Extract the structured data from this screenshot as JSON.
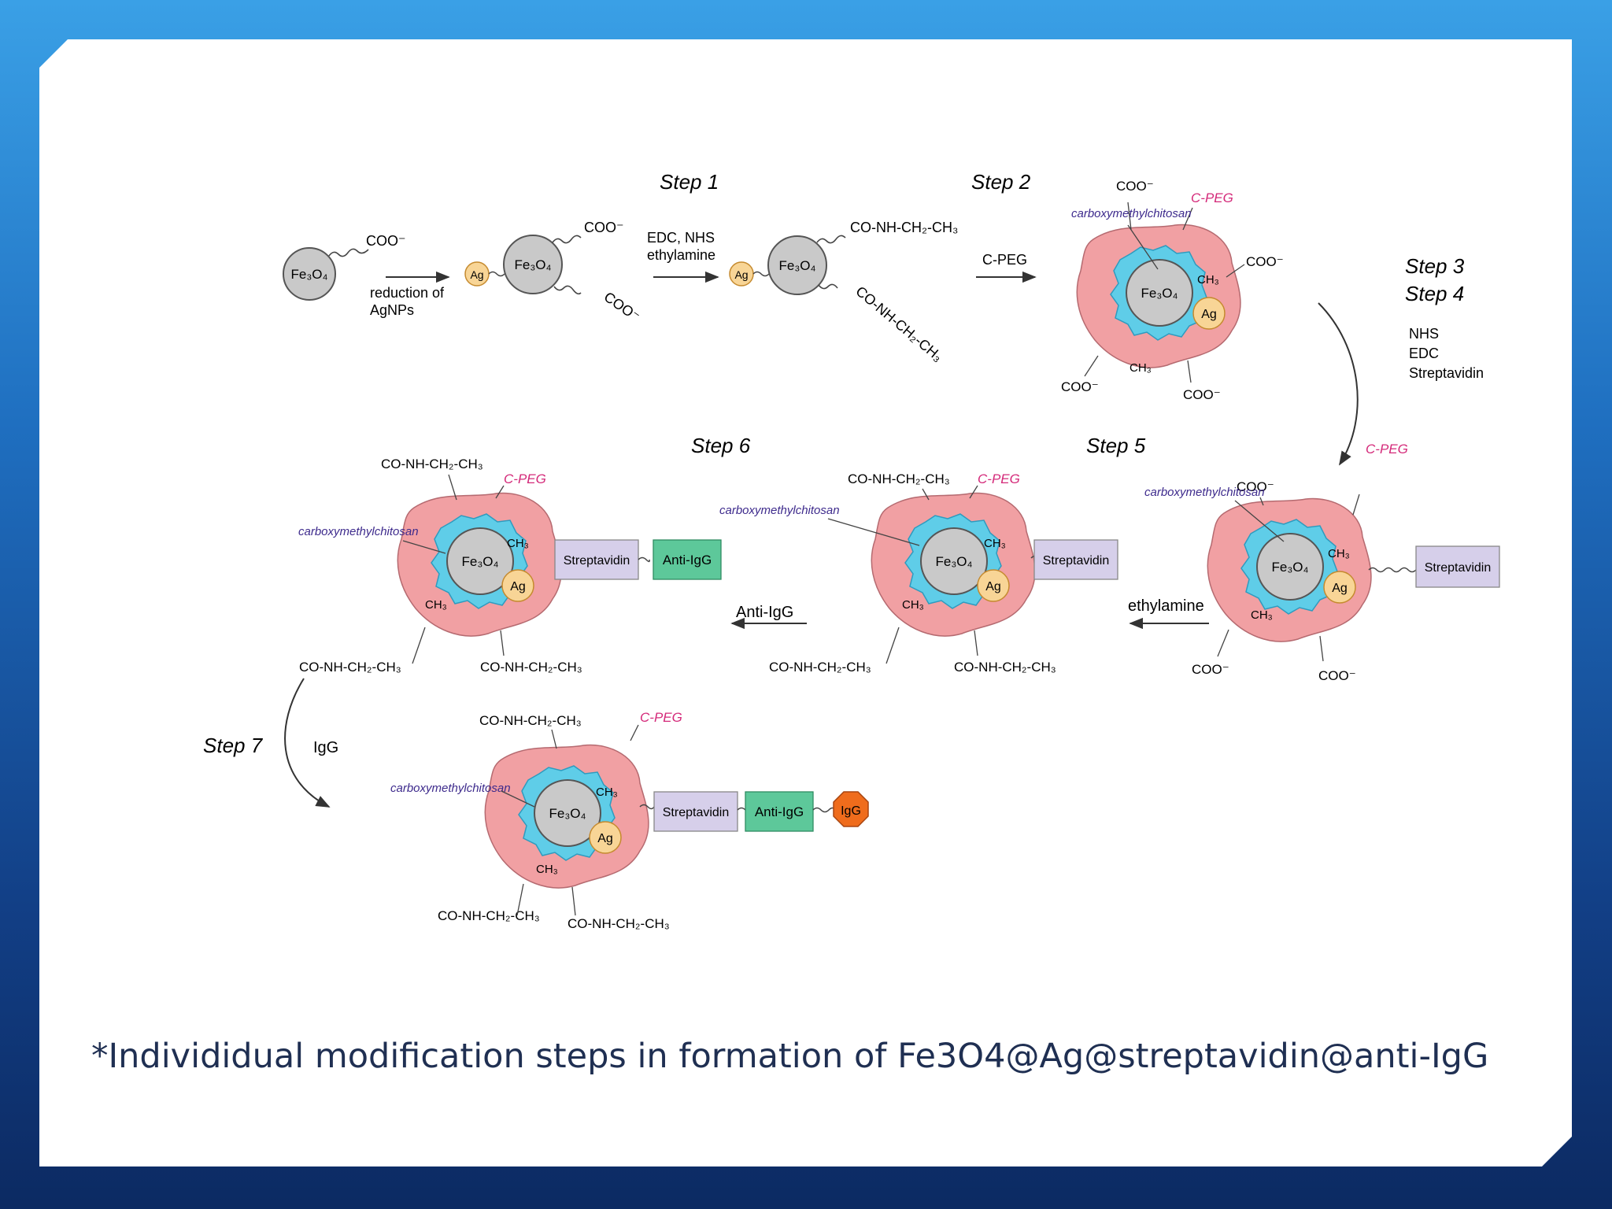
{
  "caption": "*Individidual modification steps in formation of Fe3O4@Ag@streptavidin@anti-IgG",
  "colors": {
    "shell": "#f1a0a3",
    "chitosan": "#5fcde8",
    "core": "#c9c9c9",
    "silver": "#f8d596",
    "streptavidin": "#d6cfea",
    "anti_igg": "#5dc89a",
    "igg": "#ef6c1c",
    "peg_label": "#d42a7a",
    "chitosan_label": "#3d2a8c"
  },
  "steps": {
    "s1": "Step 1",
    "s2": "Step 2",
    "s3": "Step 3",
    "s4": "Step 4",
    "s5": "Step 5",
    "s6": "Step 6",
    "s7": "Step 7"
  },
  "reagents": {
    "reduction_line1": "reduction of",
    "reduction_line2": "AgNPs",
    "edc_nhs": "EDC, NHS",
    "ethylamine": "ethylamine",
    "cpeg": "C-PEG",
    "nhs": "NHS",
    "edc": "EDC",
    "streptavidin": "Streptavidin",
    "ethylamine_s5": "ethylamine",
    "anti_igg": "Anti-IgG",
    "igg": "IgG"
  },
  "chem": {
    "fe3o4": "Fe₃O₄",
    "ag": "Ag",
    "coo": "COO⁻",
    "conh": "CO-NH-CH₂-CH₃",
    "ch3": "CH₃",
    "cpeg": "C-PEG",
    "chitosan": "carboxymethylchitosan",
    "streptavidin": "Streptavidin",
    "anti_igg": "Anti-IgG",
    "igg": "IgG"
  }
}
